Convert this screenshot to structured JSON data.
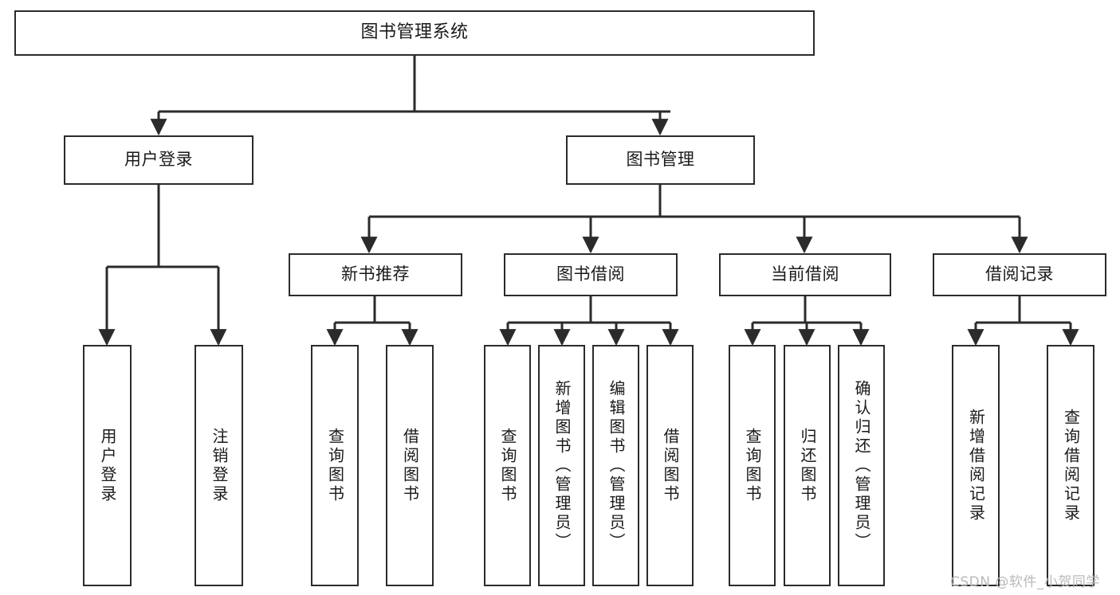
{
  "diagram": {
    "title": "图书管理系统",
    "type": "hierarchy-tree",
    "background_color": "#ffffff",
    "line_color": "#2b2b2b",
    "box_fill": "#ffffff"
  },
  "nodes": {
    "root": {
      "label": "图书管理系统"
    },
    "level2": [
      {
        "label": "用户登录"
      },
      {
        "label": "图书管理"
      }
    ],
    "level3": [
      {
        "label": "新书推荐"
      },
      {
        "label": "图书借阅"
      },
      {
        "label": "当前借阅"
      },
      {
        "label": "借阅记录"
      }
    ],
    "leaves": {
      "user_login": [
        {
          "label": "用户登录"
        },
        {
          "label": "注销登录"
        }
      ],
      "new_book": [
        {
          "label": "查询图书"
        },
        {
          "label": "借阅图书"
        }
      ],
      "book_borrow": [
        {
          "label": "查询图书"
        },
        {
          "label": "新增图书（管理员）"
        },
        {
          "label": "编辑图书（管理员）"
        },
        {
          "label": "借阅图书"
        }
      ],
      "current_borrow": [
        {
          "label": "查询图书"
        },
        {
          "label": "归还图书"
        },
        {
          "label": "确认归还（管理员）"
        }
      ],
      "borrow_record": [
        {
          "label": "新增借阅记录"
        },
        {
          "label": "查询借阅记录"
        }
      ]
    }
  },
  "watermark": {
    "text": "CSDN @软件_小贺同学"
  }
}
